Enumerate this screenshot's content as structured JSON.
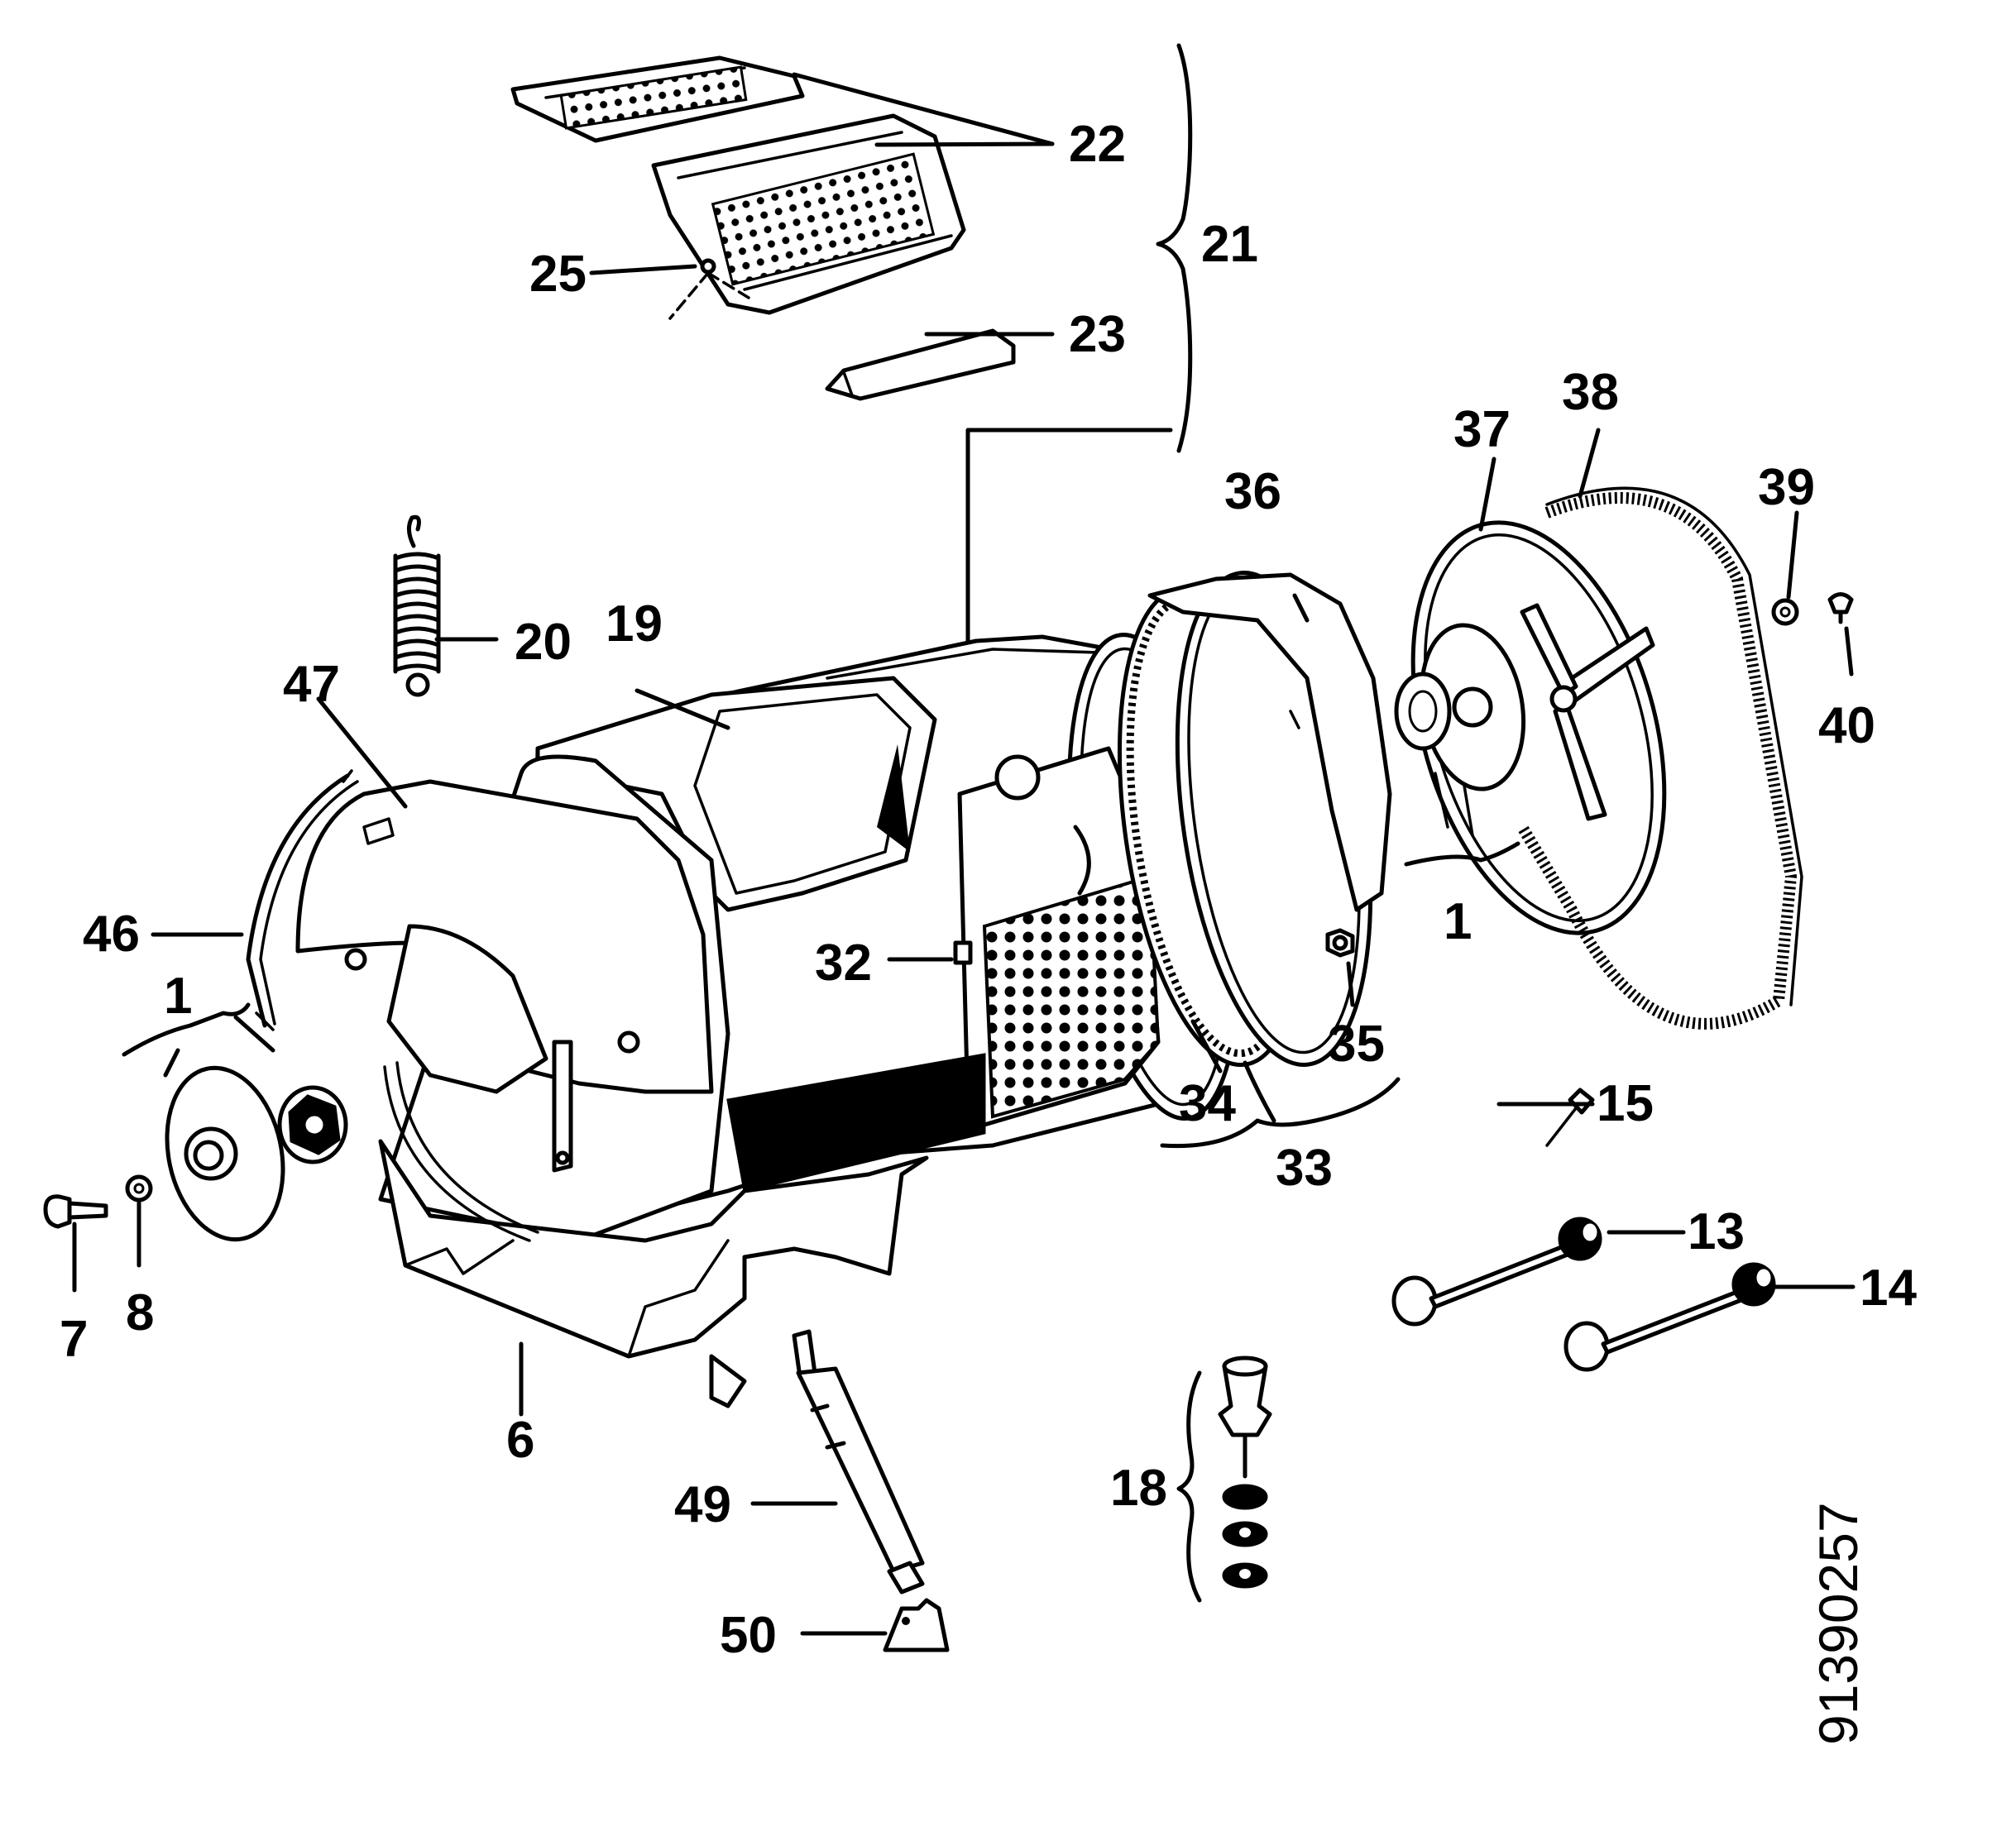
{
  "labels": {
    "l1a": "1",
    "l1b": "1",
    "l6": "6",
    "l7": "7",
    "l8": "8",
    "l13": "13",
    "l14": "14",
    "l15": "15",
    "l18": "18",
    "l19": "19",
    "l20": "20",
    "l21": "21",
    "l22": "22",
    "l23": "23",
    "l25": "25",
    "l32": "32",
    "l33": "33",
    "l34": "34",
    "l35": "35",
    "l36": "36",
    "l37": "37",
    "l38": "38",
    "l39": "39",
    "l40": "40",
    "l46": "46",
    "l47": "47",
    "l49": "49",
    "l50": "50"
  },
  "drawing_code": "91390257"
}
